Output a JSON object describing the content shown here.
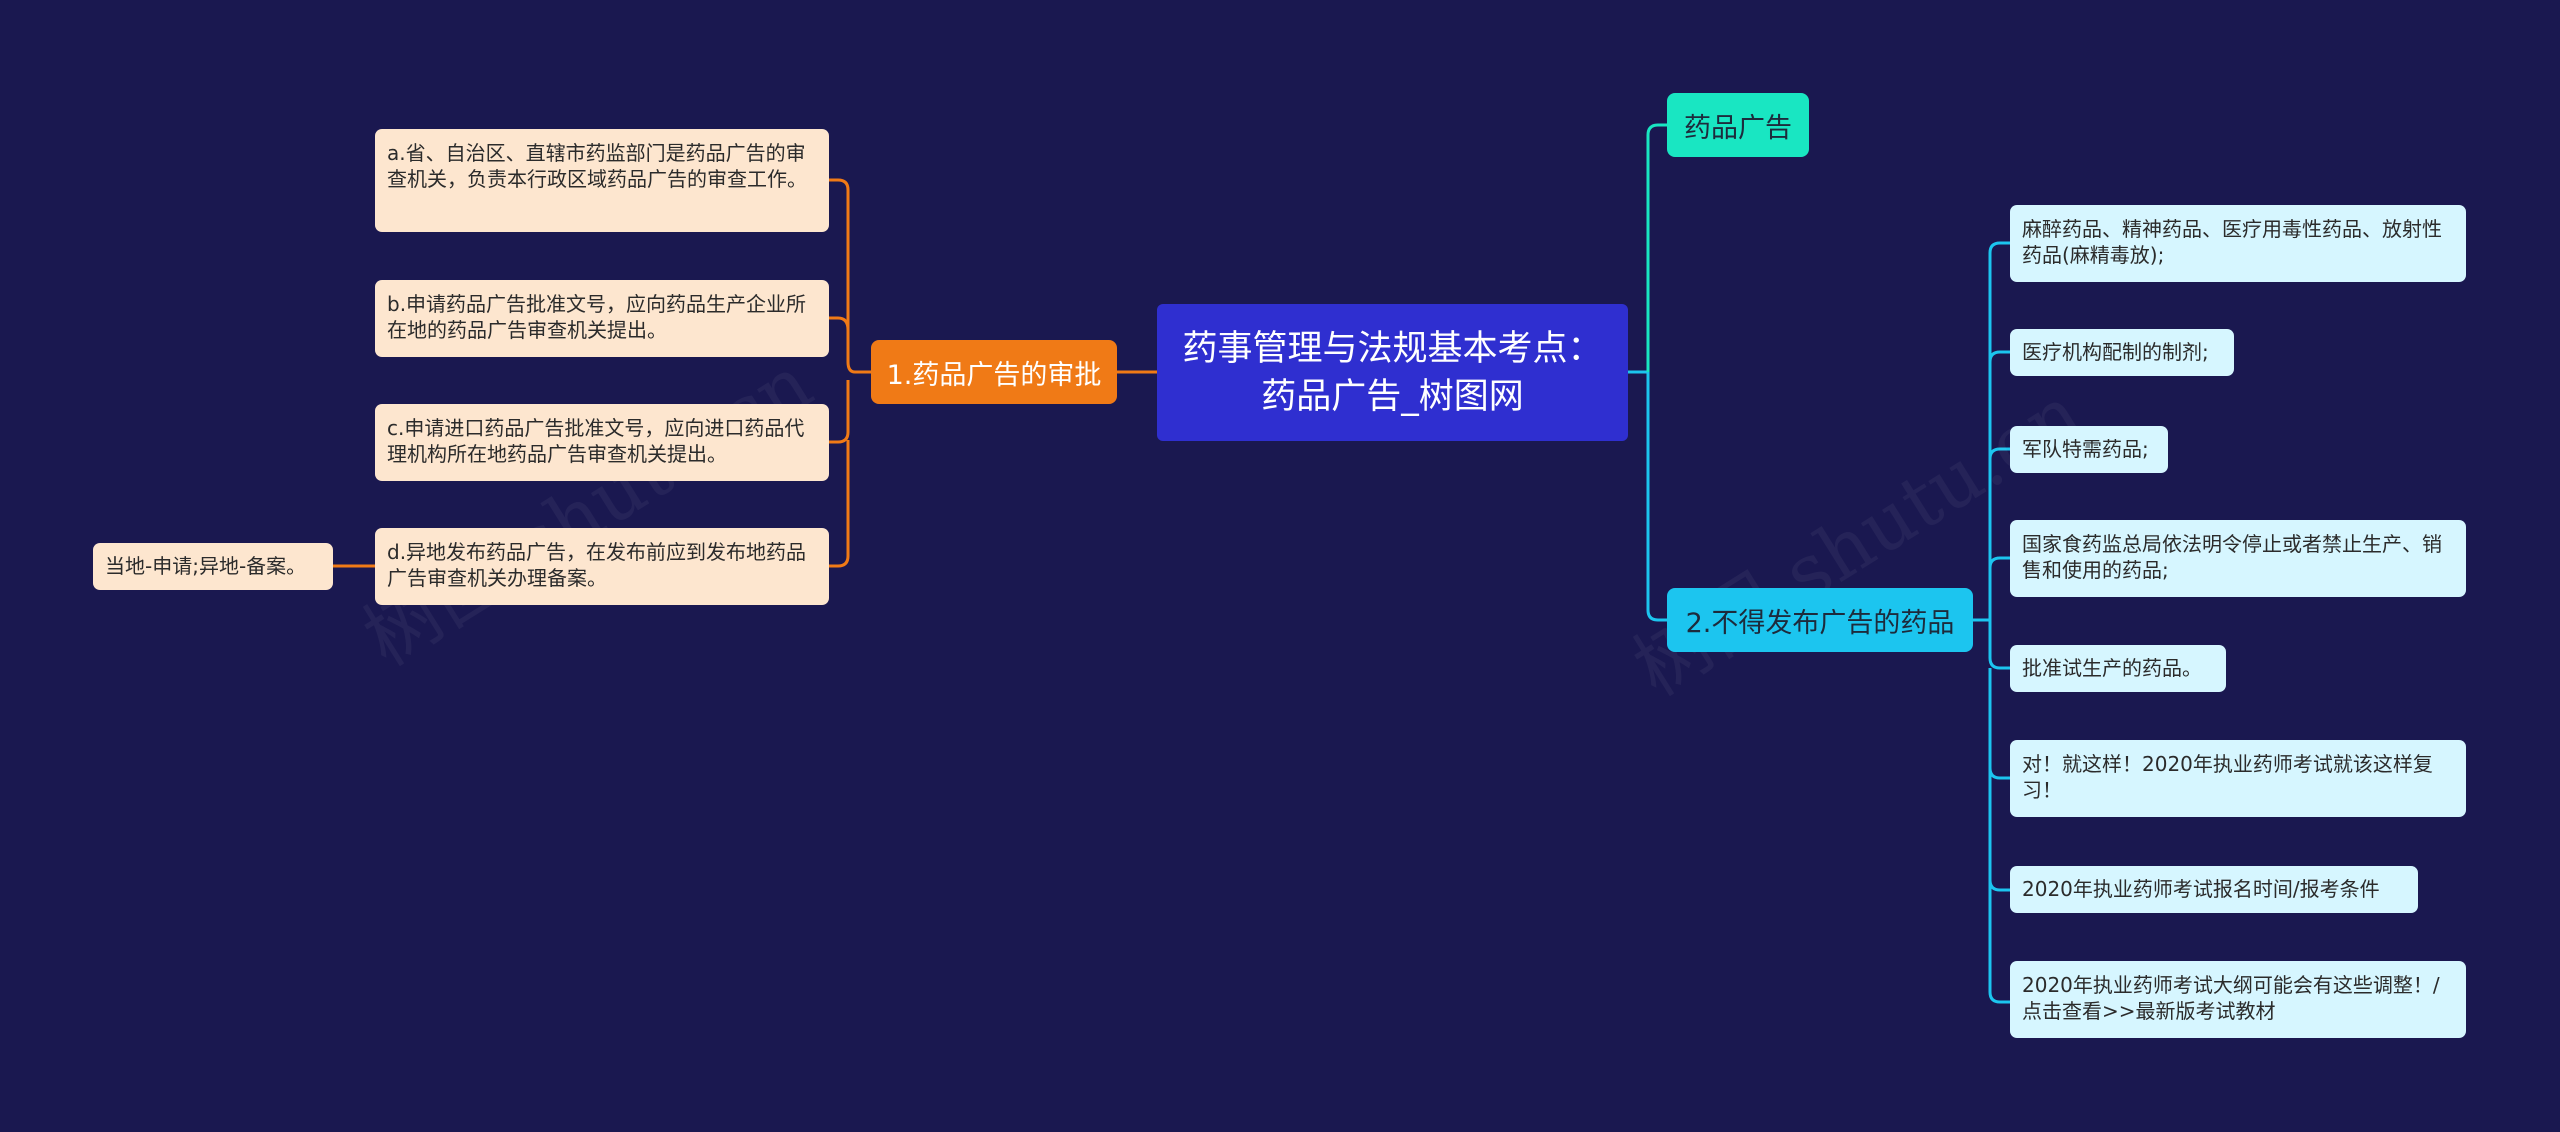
{
  "center": {
    "title": "药事管理与法规基本考点：药品广告_树图网"
  },
  "colors": {
    "background": "#1a1850",
    "center": "#2f2fd0",
    "orange": "#f07a16",
    "teal": "#19e6c2",
    "cyan": "#1cc5ef",
    "leaf_orange": "#fde6cf",
    "leaf_cyan": "#d6f6ff"
  },
  "left_branch": {
    "label": "1.药品广告的审批",
    "items": [
      {
        "text": "a.省、自治区、直辖市药监部门是药品广告的审查机关，负责本行政区域药品广告的审查工作。"
      },
      {
        "text": "b.申请药品广告批准文号，应向药品生产企业所在地的药品广告审查机关提出。"
      },
      {
        "text": "c.申请进口药品广告批准文号，应向进口药品代理机构所在地药品广告审查机关提出。"
      },
      {
        "text": "d.异地发布药品广告，在发布前应到发布地药品广告审查机关办理备案。"
      }
    ],
    "sub_note": "当地-申请;异地-备案。"
  },
  "right_top": {
    "label": "药品广告"
  },
  "right_branch": {
    "label": "2.不得发布广告的药品",
    "items": [
      {
        "text": "麻醉药品、精神药品、医疗用毒性药品、放射性药品(麻精毒放);"
      },
      {
        "text": "医疗机构配制的制剂;"
      },
      {
        "text": "军队特需药品;"
      },
      {
        "text": "国家食药监总局依法明令停止或者禁止生产、销售和使用的药品;"
      },
      {
        "text": "批准试生产的药品。"
      },
      {
        "text": "对！就这样！2020年执业药师考试就该这样复习！"
      },
      {
        "text": "2020年执业药师考试报名时间/报考条件"
      },
      {
        "text": "2020年执业药师考试大纲可能会有这些调整！/点击查看>>最新版考试教材"
      }
    ]
  },
  "watermark": "树图 shutu.cn"
}
